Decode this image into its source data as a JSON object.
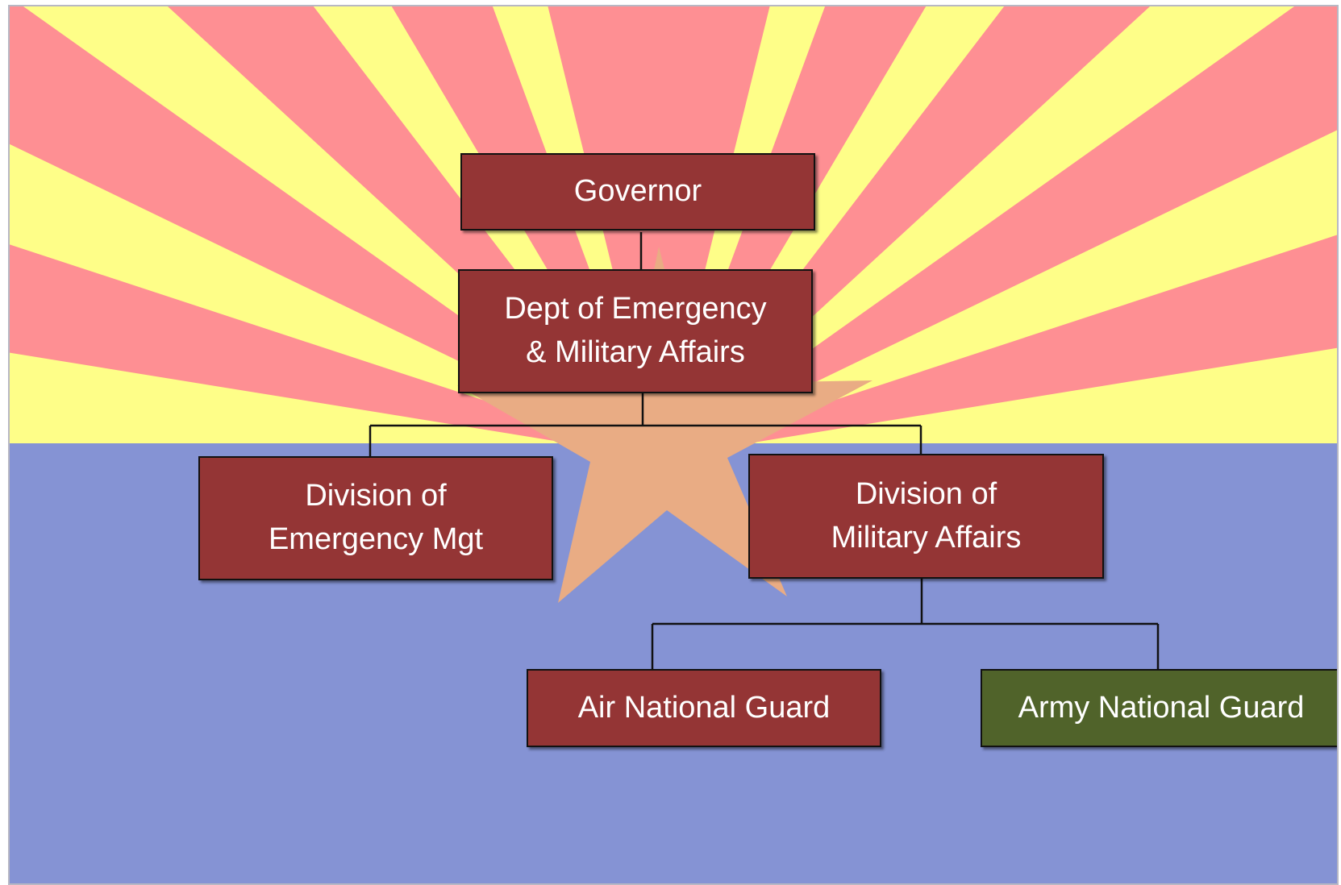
{
  "colors": {
    "background_red": "#fe8f93",
    "rays_yellow": "#fefe88",
    "background_blue": "#8593d4",
    "star": "#e9ac84",
    "box_maroon": "#943535",
    "box_green": "#50632a",
    "connector": "#111111"
  },
  "org_chart": {
    "governor": {
      "lines": [
        "Governor"
      ]
    },
    "dema": {
      "lines": [
        "Dept of Emergency",
        "& Military Affairs"
      ]
    },
    "emergency_mgt": {
      "lines": [
        "Division of",
        "Emergency Mgt"
      ]
    },
    "military_affairs": {
      "lines": [
        "Division of",
        "Military Affairs"
      ]
    },
    "air_guard": {
      "lines": [
        "Air National Guard"
      ]
    },
    "army_guard": {
      "lines": [
        "Army National Guard"
      ]
    }
  }
}
